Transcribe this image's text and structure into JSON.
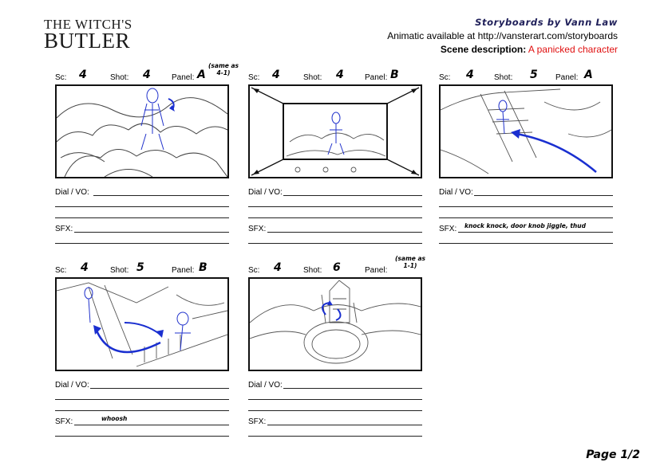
{
  "logo": {
    "line1": "THE WITCH'S",
    "line2": "BUTLER"
  },
  "header": {
    "title": "Storyboards by Vann Law",
    "animatic": "Animatic available at http://vansterart.com/storyboards",
    "scene_label": "Scene description:",
    "scene_value": "A panicked character"
  },
  "labels": {
    "sc": "Sc:",
    "shot": "Shot:",
    "panel": "Panel:",
    "dial": "Dial / VO:",
    "sfx": "SFX:"
  },
  "panels": [
    {
      "sc": "4",
      "shot": "4",
      "panel": "A",
      "note": "(same as\n4-1)",
      "sfx": ""
    },
    {
      "sc": "4",
      "shot": "4",
      "panel": "B",
      "note": "",
      "sfx": ""
    },
    {
      "sc": "4",
      "shot": "5",
      "panel": "A",
      "note": "",
      "sfx": "knock knock, door knob jiggle, thud"
    },
    {
      "sc": "4",
      "shot": "5",
      "panel": "B",
      "note": "",
      "sfx": "whoosh"
    },
    {
      "sc": "4",
      "shot": "6",
      "panel": "",
      "note": "(same as\n1-1)",
      "sfx": ""
    }
  ],
  "page": "Page 1/2"
}
